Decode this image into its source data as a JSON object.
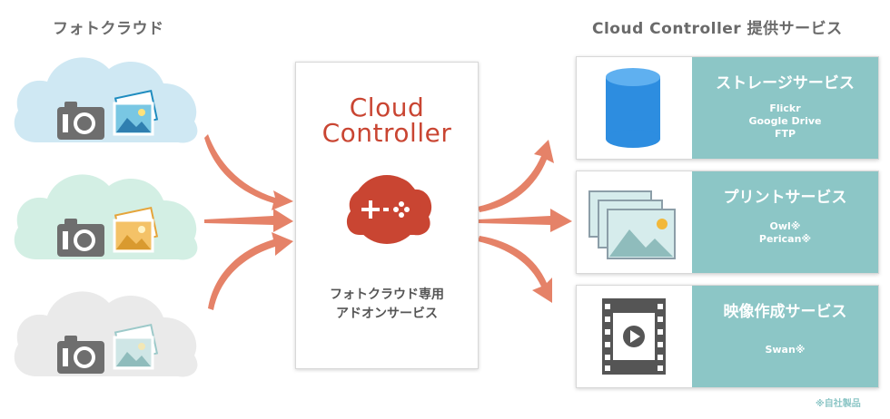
{
  "left_heading": "フォトクラウド",
  "right_heading": "Cloud Controller 提供サービス",
  "center": {
    "logo_line1": "Cloud",
    "logo_line2": "Controller",
    "description_line1": "フォトクラウド専用",
    "description_line2": "アドオンサービス"
  },
  "clouds": [
    {
      "color": "#cfe8f3"
    },
    {
      "color": "#d3efe4"
    },
    {
      "color": "#eaeaea"
    }
  ],
  "services": [
    {
      "title": "ストレージサービス",
      "items": [
        "Flickr",
        "Google Drive",
        "FTP"
      ]
    },
    {
      "title": "プリントサービス",
      "items": [
        "Owl※",
        "Perican※"
      ]
    },
    {
      "title": "映像作成サービス",
      "items": [
        "Swan※"
      ]
    }
  ],
  "footnote": "※自社製品",
  "colors": {
    "accent": "#c94532",
    "arrow": "#e58268",
    "panel": "#8cc6c6",
    "storage_blue": "#2d8de0"
  }
}
